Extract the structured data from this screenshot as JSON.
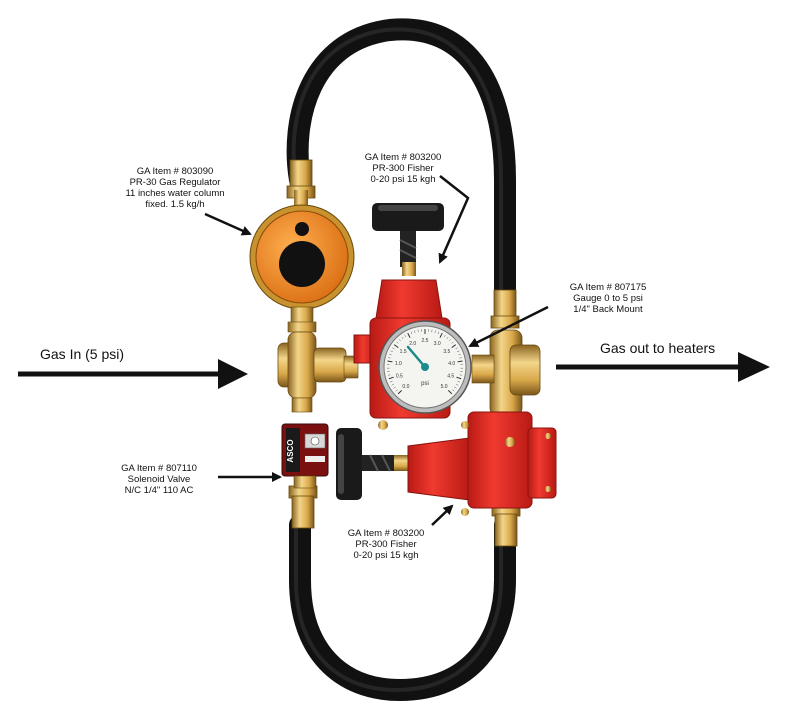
{
  "flow": {
    "gas_in": "Gas In (5 psi)",
    "gas_out": "Gas out to heaters"
  },
  "labels": {
    "regulator": [
      "GA Item # 803090",
      "PR-30 Gas Regulator",
      "11 inches water column",
      "fixed. 1.5 kg/h"
    ],
    "fisher_top": [
      "GA Item # 803200",
      "PR-300 Fisher",
      "0-20 psi 15 kgh"
    ],
    "gauge": [
      "GA Item # 807175",
      "Gauge 0 to 5 psi",
      "1/4\" Back Mount"
    ],
    "solenoid": [
      "GA Item # 807110",
      "Solenoid Valve",
      "N/C 1/4\" 110 AC"
    ],
    "fisher_bottom": [
      "GA Item # 803200",
      "PR-300 Fisher",
      "0-20 psi 15 kgh"
    ]
  },
  "gauge_face": {
    "ticks": [
      "0.0",
      "0.5",
      "1.0",
      "1.5",
      "2.0",
      "2.5",
      "3.0",
      "3.5",
      "4.0",
      "4.5",
      "5.0"
    ],
    "unit": "psi"
  },
  "solenoid_brand": "ASCO",
  "colors": {
    "hose": "#111111",
    "brass": "#d9a84a",
    "brass_dark": "#8a6420",
    "regulator_orange": "#e8801a",
    "fisher_red": "#e02a22",
    "gauge_face": "#f4f4f0",
    "gauge_needle": "#1a8a8a"
  }
}
